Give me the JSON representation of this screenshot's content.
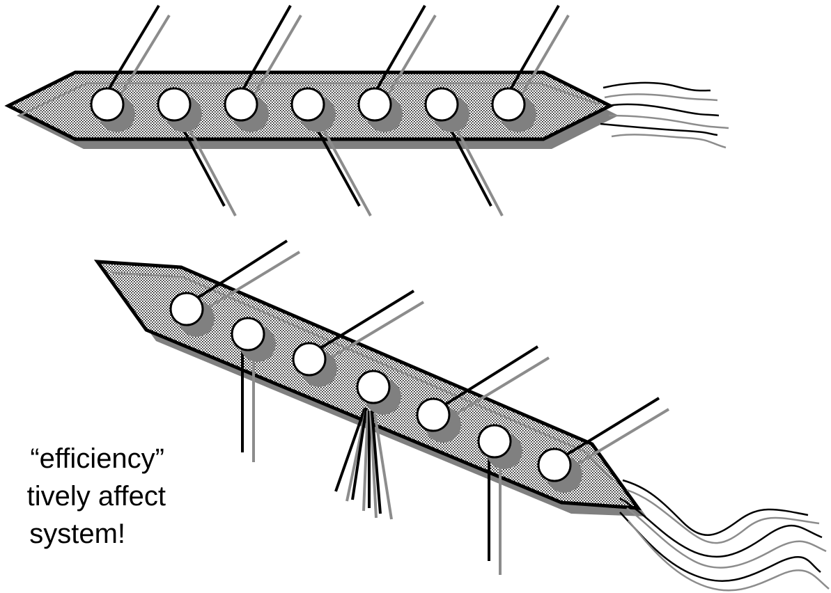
{
  "caption": {
    "lines": [
      "“efficiency”",
      "tively affect",
      "system!"
    ]
  },
  "colors": {
    "outline": "#000000",
    "shadow": "#808080",
    "gray_line": "#8c8c8c",
    "fill": "#ffffff"
  },
  "figures": [
    {
      "name": "top-arrow",
      "description_icon": "pipeline-arrow-straight"
    },
    {
      "name": "bottom-arrow",
      "description_icon": "pipeline-arrow-diagonal"
    }
  ]
}
